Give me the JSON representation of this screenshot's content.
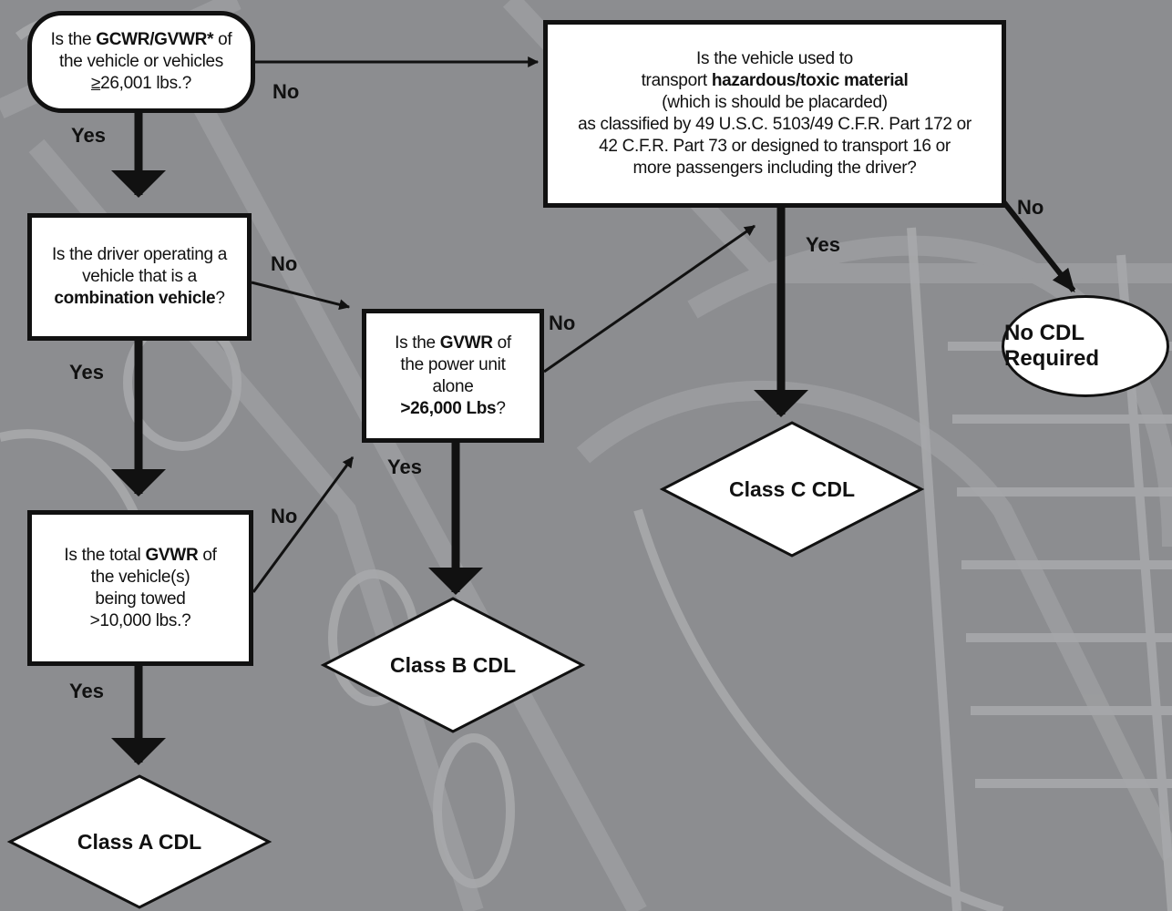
{
  "questions": {
    "q1": {
      "pre": "Is the ",
      "bold": "GCWR/GVWR*",
      "post": " of",
      "line2": "the vehicle or vehicles",
      "line3_ul": "≥",
      "line3": "26,001 lbs.?"
    },
    "q2": {
      "line1": "Is the driver operating a",
      "line2": "vehicle that is a",
      "bold": "combination vehicle",
      "post": "?"
    },
    "q3": {
      "pre": "Is the total ",
      "bold": "GVWR",
      "post": " of",
      "line2": "the vehicle(s)",
      "line3": "being towed",
      "line4": ">10,000 lbs.?"
    },
    "q4": {
      "pre": "Is the  ",
      "bold": "GVWR",
      "post": " of",
      "line2": "the power unit",
      "line3": "alone",
      "bold2": ">26,000 Lbs",
      "post2": "?"
    },
    "q5": {
      "line1": "Is the vehicle used to",
      "pre": "transport ",
      "bold": "hazardous/toxic material",
      "line3": "(which is should be placarded)",
      "line4": "as classified by 49 U.S.C. 5103/49 C.F.R. Part 172 or",
      "line5": "42 C.F.R. Part 73 or designed to transport 16 or",
      "line6": "more passengers including the driver?"
    }
  },
  "results": {
    "class_a": "Class A CDL",
    "class_b": "Class B CDL",
    "class_c": "Class C CDL",
    "no_cdl": "No CDL Required"
  },
  "labels": {
    "yes": "Yes",
    "no": "No"
  },
  "colors": {
    "background": "#8c8d90",
    "box": "#ffffff",
    "stroke": "#111111"
  }
}
